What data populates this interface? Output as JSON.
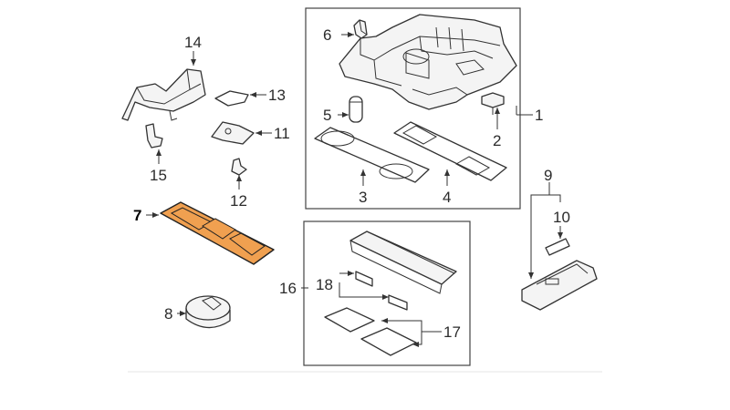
{
  "diagram": {
    "callouts": {
      "c1": "1",
      "c2": "2",
      "c3": "3",
      "c4": "4",
      "c5": "5",
      "c6": "6",
      "c7": "7",
      "c8": "8",
      "c9": "9",
      "c10": "10",
      "c11": "11",
      "c12": "12",
      "c13": "13",
      "c14": "14",
      "c15": "15",
      "c16": "16",
      "c17": "17",
      "c18": "18"
    },
    "highlight_color": "#f0a050",
    "highlighted_part": "7"
  }
}
